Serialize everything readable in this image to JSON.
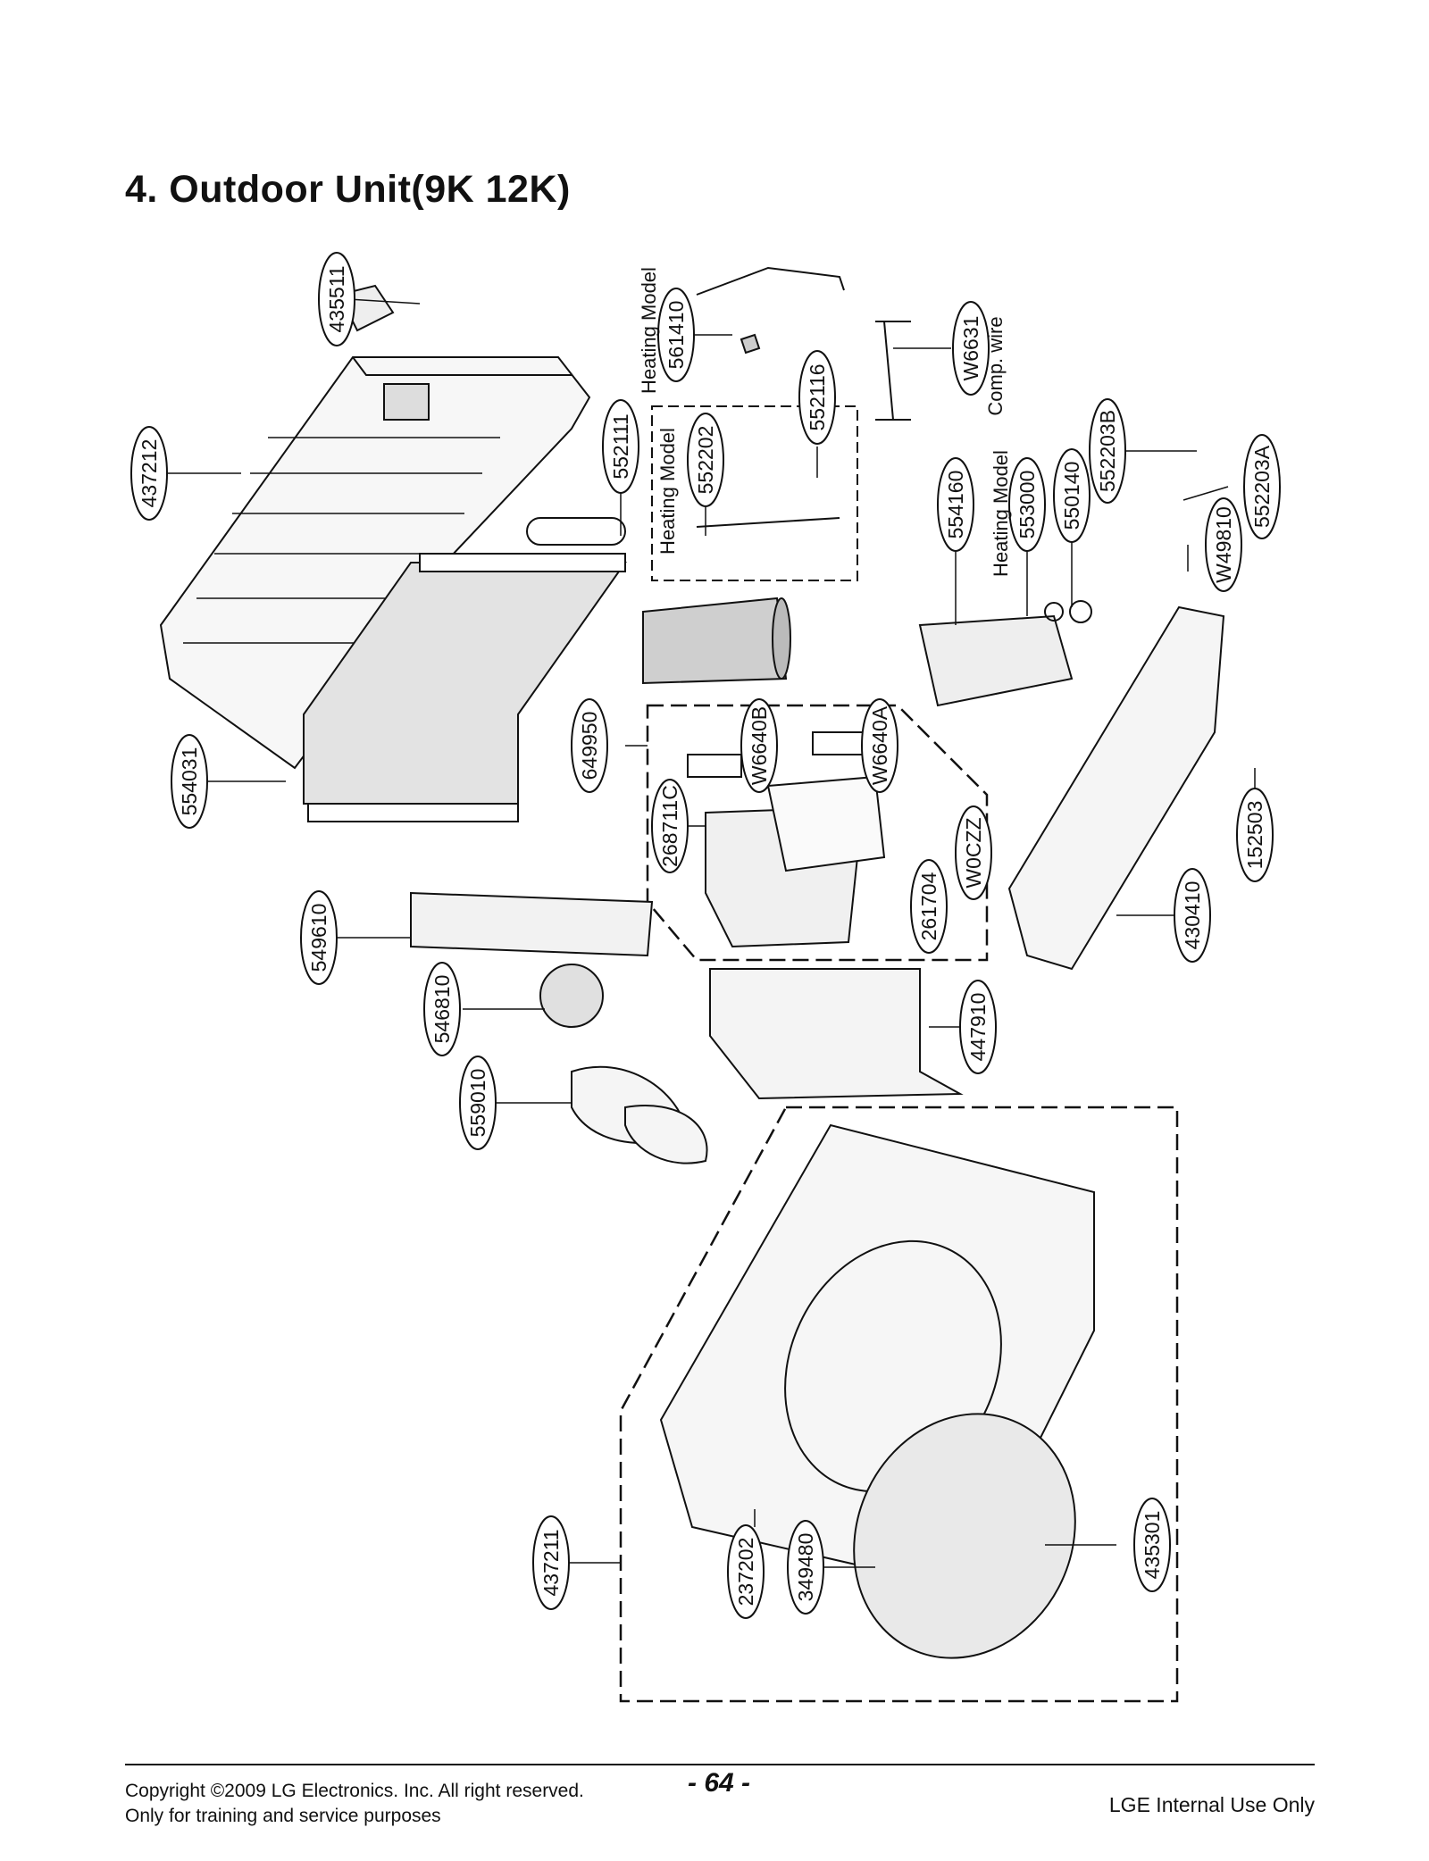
{
  "title": "4. Outdoor Unit(9K 12K)",
  "parts": [
    {
      "id": "p435511",
      "label": "435511"
    },
    {
      "id": "p437212",
      "label": "437212"
    },
    {
      "id": "p561410",
      "label": "561410"
    },
    {
      "id": "p552116",
      "label": "552116"
    },
    {
      "id": "pW6631",
      "label": "W6631"
    },
    {
      "id": "p552111",
      "label": "552111"
    },
    {
      "id": "p552202",
      "label": "552202"
    },
    {
      "id": "p554160",
      "label": "554160"
    },
    {
      "id": "p553000",
      "label": "553000"
    },
    {
      "id": "p550140",
      "label": "550140"
    },
    {
      "id": "p552203B",
      "label": "552203B"
    },
    {
      "id": "p552203A",
      "label": "552203A"
    },
    {
      "id": "pW49810",
      "label": "W49810"
    },
    {
      "id": "p554031",
      "label": "554031"
    },
    {
      "id": "p649950",
      "label": "649950"
    },
    {
      "id": "pW6640B",
      "label": "W6640B"
    },
    {
      "id": "pW6640A",
      "label": "W6640A"
    },
    {
      "id": "p268711C",
      "label": "268711C"
    },
    {
      "id": "pW0CZZ",
      "label": "W0CZZ"
    },
    {
      "id": "p261704",
      "label": "261704"
    },
    {
      "id": "p152503",
      "label": "152503"
    },
    {
      "id": "p549610",
      "label": "549610"
    },
    {
      "id": "p430410",
      "label": "430410"
    },
    {
      "id": "p546810",
      "label": "546810"
    },
    {
      "id": "p447910",
      "label": "447910"
    },
    {
      "id": "p559010",
      "label": "559010"
    },
    {
      "id": "p437211",
      "label": "437211"
    },
    {
      "id": "p237202",
      "label": "237202"
    },
    {
      "id": "p349480",
      "label": "349480"
    },
    {
      "id": "p435301",
      "label": "435301"
    }
  ],
  "notes": {
    "heating_model_1": "Heating Model",
    "heating_model_2": "Heating Model",
    "heating_model_3": "Heating Model",
    "comp_wire": "Comp. wire"
  },
  "footer": {
    "copyright": "Copyright ©2009 LG Electronics. Inc. All right reserved.",
    "training": "Only for training and service purposes",
    "page": "- 64 -",
    "internal": "LGE Internal Use Only"
  }
}
